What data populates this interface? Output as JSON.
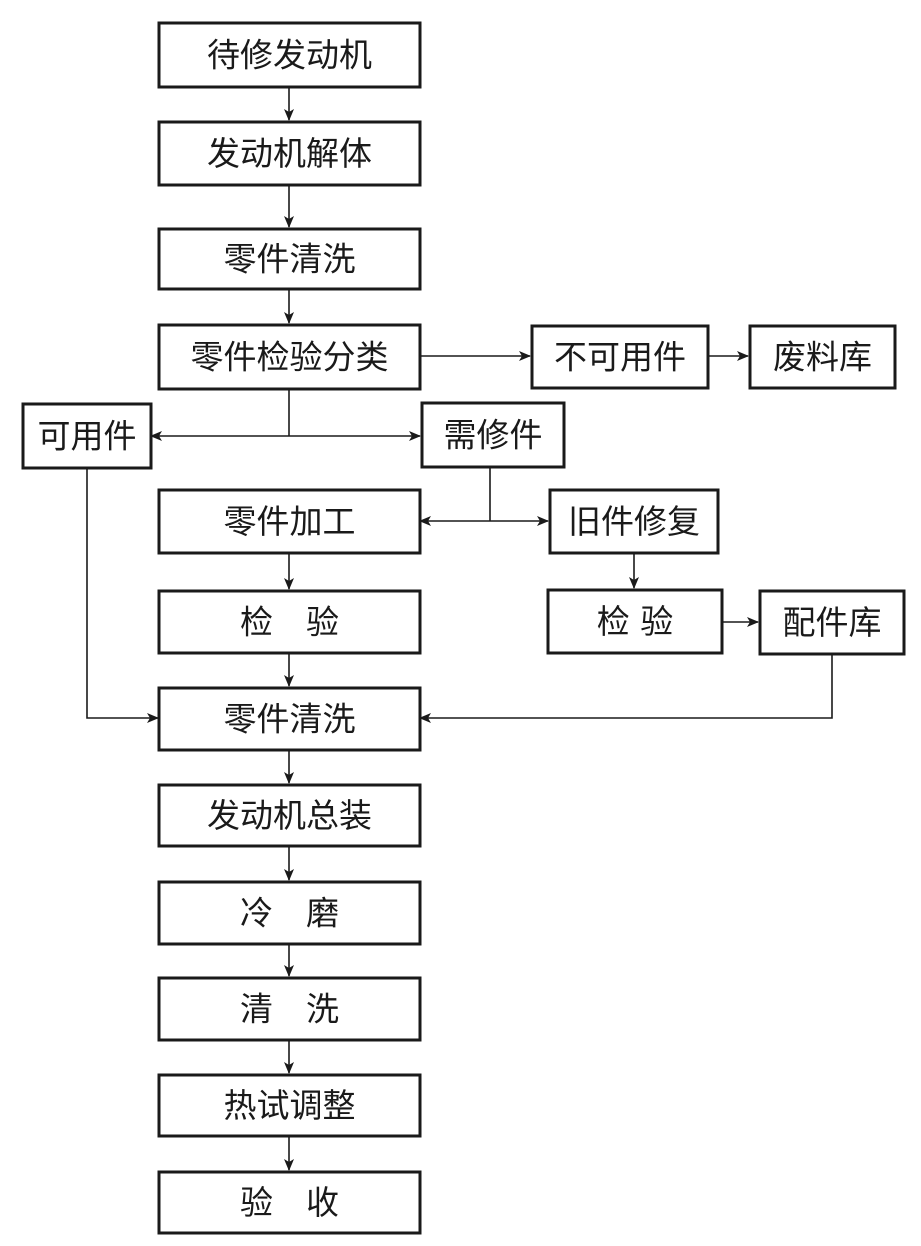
{
  "nodes": {
    "engine_to_repair": "待修发动机",
    "engine_disassembly": "发动机解体",
    "parts_cleaning_1": "零件清洗",
    "parts_inspection_sorting": "零件检验分类",
    "unusable_parts": "不可用件",
    "scrap_store": "废料库",
    "usable_parts": "可用件",
    "parts_needing_repair": "需修件",
    "parts_machining": "零件加工",
    "old_parts_repair": "旧件修复",
    "inspection_1": "检　验",
    "inspection_2": "检 验",
    "spare_parts_store": "配件库",
    "parts_cleaning_2": "零件清洗",
    "engine_final_assembly": "发动机总装",
    "cold_running_in": "冷　磨",
    "cleaning": "清　洗",
    "hot_test_adjustment": "热试调整",
    "acceptance": "验　收"
  }
}
